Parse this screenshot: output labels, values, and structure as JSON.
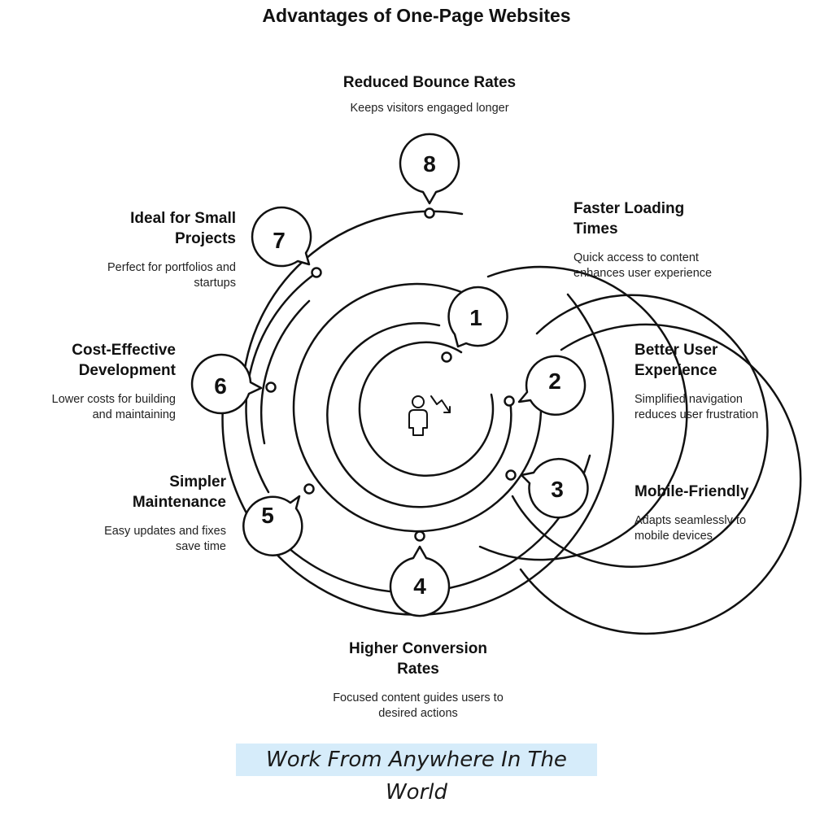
{
  "title": "Advantages of One-Page Websites",
  "items": [
    {
      "number": "1",
      "title": "Faster Loading Times",
      "description": "Quick access to content enhances user experience"
    },
    {
      "number": "2",
      "title": "Better User Experience",
      "description": "Simplified navigation reduces user frustration"
    },
    {
      "number": "3",
      "title": "Mobile-Friendly",
      "description": "Adapts seamlessly to mobile devices"
    },
    {
      "number": "4",
      "title": "Higher Conversion Rates",
      "description": "Focused content guides users to desired actions"
    },
    {
      "number": "5",
      "title": "Simpler Maintenance",
      "description": "Easy updates and fixes save time"
    },
    {
      "number": "6",
      "title": "Cost-Effective Development",
      "description": "Lower costs for building and maintaining"
    },
    {
      "number": "7",
      "title": "Ideal for Small Projects",
      "description": "Perfect for portfolios and startups"
    },
    {
      "number": "8",
      "title": "Reduced Bounce Rates",
      "description": "Keeps visitors engaged longer"
    }
  ],
  "center_icon": "person-descending-trend-icon",
  "footer": "Work From Anywhere In The World",
  "colors": {
    "line": "#111111",
    "footer_bg": "#d6ecfa"
  }
}
